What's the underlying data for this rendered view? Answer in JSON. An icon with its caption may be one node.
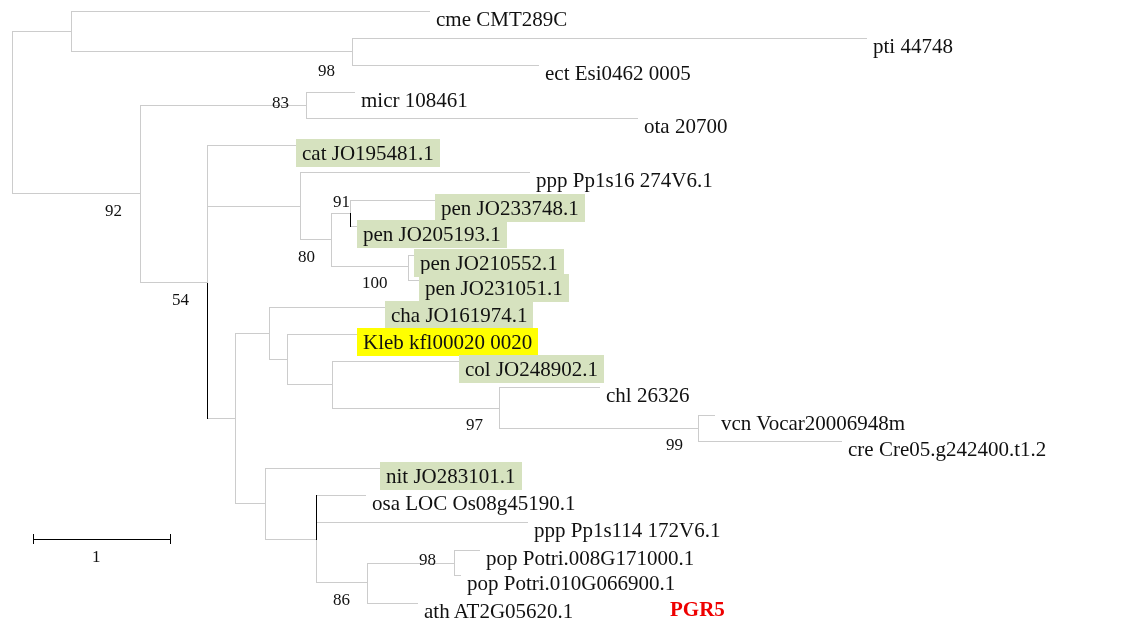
{
  "diagram": {
    "nodes": [
      {
        "text": [],
        "shape": "bar"
      },
      {
        "text": [],
        "shape": "bar"
      },
      {
        "text": [
          "cme CMT289C"
        ]
      },
      {
        "text": [],
        "shape": "bar",
        "beside": [
          "98"
        ]
      },
      {
        "text": [
          "pti 44748"
        ]
      },
      {
        "text": [
          "ect Esi0462 0005"
        ]
      },
      {
        "text": [],
        "shape": "bar",
        "beside": [
          "92"
        ]
      },
      {
        "text": [],
        "shape": "bar",
        "beside": [
          "83"
        ]
      },
      {
        "text": [
          "micr 108461"
        ]
      },
      {
        "text": [
          "ota 20700"
        ]
      },
      {
        "text": [],
        "shape": "bar",
        "beside": [
          "54"
        ]
      },
      {
        "text": [
          "cat JO195481.1"
        ]
      },
      {
        "text": [],
        "shape": "bar"
      },
      {
        "text": [
          "ppp Pp1s16 274V6.1"
        ]
      },
      {
        "text": [],
        "shape": "bar",
        "beside": [
          "80"
        ]
      },
      {
        "text": [],
        "shape": "bar",
        "beside": [
          "91"
        ]
      },
      {
        "text": [
          "pen JO233748.1"
        ]
      },
      {
        "text": [
          "pen JO205193.1"
        ]
      },
      {
        "text": [],
        "shape": "bar",
        "beside": [
          "100"
        ]
      },
      {
        "text": [
          "pen JO210552.1"
        ]
      },
      {
        "text": [
          "pen JO231051.1"
        ]
      },
      {
        "text": [],
        "shape": "bar"
      },
      {
        "text": [],
        "shape": "bar"
      },
      {
        "text": [
          "cha JO161974.1"
        ]
      },
      {
        "text": [],
        "shape": "bar"
      },
      {
        "text": [
          "Kleb kfl00020 0020"
        ]
      },
      {
        "text": [],
        "shape": "bar"
      },
      {
        "text": [
          "col JO248902.1"
        ]
      },
      {
        "text": [],
        "shape": "bar",
        "beside": [
          "97"
        ]
      },
      {
        "text": [
          "chl 26326"
        ]
      },
      {
        "text": [],
        "shape": "bar",
        "beside": [
          "99"
        ]
      },
      {
        "text": [
          "vcn Vocar20006948m"
        ]
      },
      {
        "text": [
          "cre Cre05.g242400.t1.2"
        ]
      },
      {
        "text": [],
        "shape": "bar"
      },
      {
        "text": [
          "nit JO283101.1"
        ]
      },
      {
        "text": [],
        "shape": "bar"
      },
      {
        "text": [
          "osa LOC Os08g45190.1"
        ]
      },
      {
        "text": [
          "ppp Pp1s114 172V6.1"
        ]
      },
      {
        "text": [],
        "shape": "bar",
        "beside": [
          "86"
        ]
      },
      {
        "text": [],
        "shape": "bar",
        "beside": [
          "98"
        ]
      },
      {
        "text": [
          "pop Potri.008G171000.1"
        ]
      },
      {
        "text": [
          "pop Potri.010G066900.1"
        ]
      },
      {
        "text": [
          "ath AT2G05620.1"
        ]
      }
    ],
    "edges": [
      {
        "from": 0,
        "to": 1,
        "arrow": "none"
      },
      {
        "from": 0,
        "to": 6,
        "arrow": "none"
      },
      {
        "from": 1,
        "to": 2,
        "arrow": "none"
      },
      {
        "from": 1,
        "to": 3,
        "arrow": "none"
      },
      {
        "from": 3,
        "to": 4,
        "arrow": "none"
      },
      {
        "from": 3,
        "to": 5,
        "arrow": "none"
      },
      {
        "from": 6,
        "to": 7,
        "arrow": "none"
      },
      {
        "from": 6,
        "to": 10,
        "arrow": "none"
      },
      {
        "from": 7,
        "to": 8,
        "arrow": "none"
      },
      {
        "from": 7,
        "to": 9,
        "arrow": "none"
      },
      {
        "from": 10,
        "to": 11,
        "arrow": "none"
      },
      {
        "from": 10,
        "to": 12,
        "arrow": "none"
      },
      {
        "from": 10,
        "to": 21,
        "arrow": "none"
      },
      {
        "from": 12,
        "to": 13,
        "arrow": "none"
      },
      {
        "from": 12,
        "to": 14,
        "arrow": "none"
      },
      {
        "from": 14,
        "to": 15,
        "arrow": "none"
      },
      {
        "from": 14,
        "to": 18,
        "arrow": "none"
      },
      {
        "from": 15,
        "to": 16,
        "arrow": "none"
      },
      {
        "from": 15,
        "to": 17,
        "arrow": "none"
      },
      {
        "from": 18,
        "to": 19,
        "arrow": "none"
      },
      {
        "from": 18,
        "to": 20,
        "arrow": "none"
      },
      {
        "from": 21,
        "to": 22,
        "arrow": "none"
      },
      {
        "from": 21,
        "to": 33,
        "arrow": "none"
      },
      {
        "from": 22,
        "to": 23,
        "arrow": "none"
      },
      {
        "from": 22,
        "to": 24,
        "arrow": "none"
      },
      {
        "from": 24,
        "to": 25,
        "arrow": "none"
      },
      {
        "from": 24,
        "to": 26,
        "arrow": "none"
      },
      {
        "from": 26,
        "to": 27,
        "arrow": "none"
      },
      {
        "from": 26,
        "to": 28,
        "arrow": "none"
      },
      {
        "from": 28,
        "to": 29,
        "arrow": "none"
      },
      {
        "from": 28,
        "to": 30,
        "arrow": "none"
      },
      {
        "from": 30,
        "to": 31,
        "arrow": "none"
      },
      {
        "from": 30,
        "to": 32,
        "arrow": "none"
      },
      {
        "from": 33,
        "to": 34,
        "arrow": "none"
      },
      {
        "from": 33,
        "to": 35,
        "arrow": "none"
      },
      {
        "from": 35,
        "to": 36,
        "arrow": "none"
      },
      {
        "from": 35,
        "to": 37,
        "arrow": "none"
      },
      {
        "from": 35,
        "to": 38,
        "arrow": "none"
      },
      {
        "from": 38,
        "to": 39,
        "arrow": "none"
      },
      {
        "from": 38,
        "to": 42,
        "arrow": "none"
      },
      {
        "from": 39,
        "to": 40,
        "arrow": "none"
      },
      {
        "from": 39,
        "to": 41,
        "arrow": "none"
      }
    ],
    "labels": [
      "1",
      "PGR5"
    ]
  }
}
